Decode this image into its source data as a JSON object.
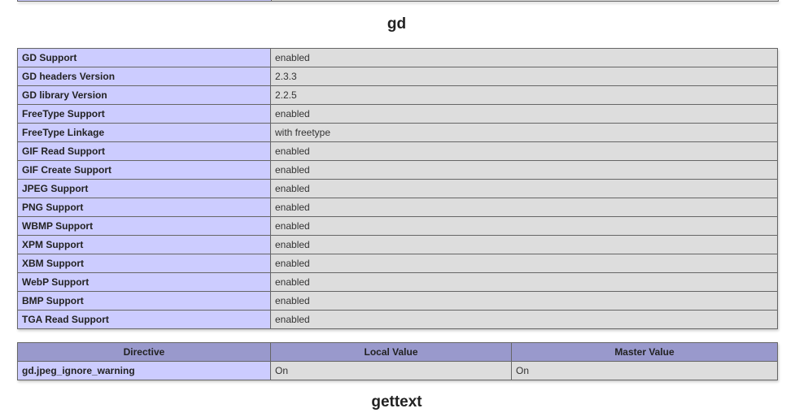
{
  "sections": {
    "gd_title": "gd",
    "gettext_title": "gettext"
  },
  "gd_rows": [
    {
      "key": "GD Support",
      "value": "enabled"
    },
    {
      "key": "GD headers Version",
      "value": "2.3.3"
    },
    {
      "key": "GD library Version",
      "value": "2.2.5"
    },
    {
      "key": "FreeType Support",
      "value": "enabled"
    },
    {
      "key": "FreeType Linkage",
      "value": "with freetype"
    },
    {
      "key": "GIF Read Support",
      "value": "enabled"
    },
    {
      "key": "GIF Create Support",
      "value": "enabled"
    },
    {
      "key": "JPEG Support",
      "value": "enabled"
    },
    {
      "key": "PNG Support",
      "value": "enabled"
    },
    {
      "key": "WBMP Support",
      "value": "enabled"
    },
    {
      "key": "XPM Support",
      "value": "enabled"
    },
    {
      "key": "XBM Support",
      "value": "enabled"
    },
    {
      "key": "WebP Support",
      "value": "enabled"
    },
    {
      "key": "BMP Support",
      "value": "enabled"
    },
    {
      "key": "TGA Read Support",
      "value": "enabled"
    }
  ],
  "directives": {
    "headers": [
      "Directive",
      "Local Value",
      "Master Value"
    ],
    "rows": [
      {
        "directive": "gd.jpeg_ignore_warning",
        "local": "On",
        "master": "On"
      }
    ]
  },
  "colors": {
    "key_cell": "#ccccff",
    "value_cell": "#dddddd",
    "header_cell": "#9999cc"
  }
}
